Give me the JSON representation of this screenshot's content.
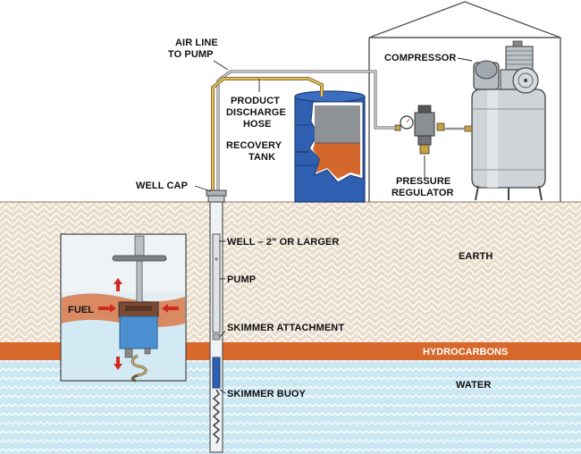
{
  "labels": {
    "air_line": [
      "AIR LINE",
      "TO PUMP"
    ],
    "compressor": "COMPRESSOR",
    "product_discharge": [
      "PRODUCT",
      "DISCHARGE",
      "HOSE"
    ],
    "recovery_tank": [
      "RECOVERY",
      "TANK"
    ],
    "pressure_regulator": [
      "PRESSURE",
      "REGULATOR"
    ],
    "well_cap": "WELL CAP",
    "well": "WELL – 2\" OR LARGER",
    "earth": "EARTH",
    "pump": "PUMP",
    "fuel": "FUEL",
    "skimmer_attachment": "SKIMMER ATTACHMENT",
    "hydrocarbons": "HYDROCARBONS",
    "water": "WATER",
    "skimmer_buoy": "SKIMMER BUOY"
  },
  "colors": {
    "earth": "#e8dccb",
    "hydrocarbons": "#d8672c",
    "water": "#c9e6f1",
    "tank_blue": "#2f5fb1",
    "fuel": "#d98a62",
    "pipe_yellow": "#c9a240"
  }
}
